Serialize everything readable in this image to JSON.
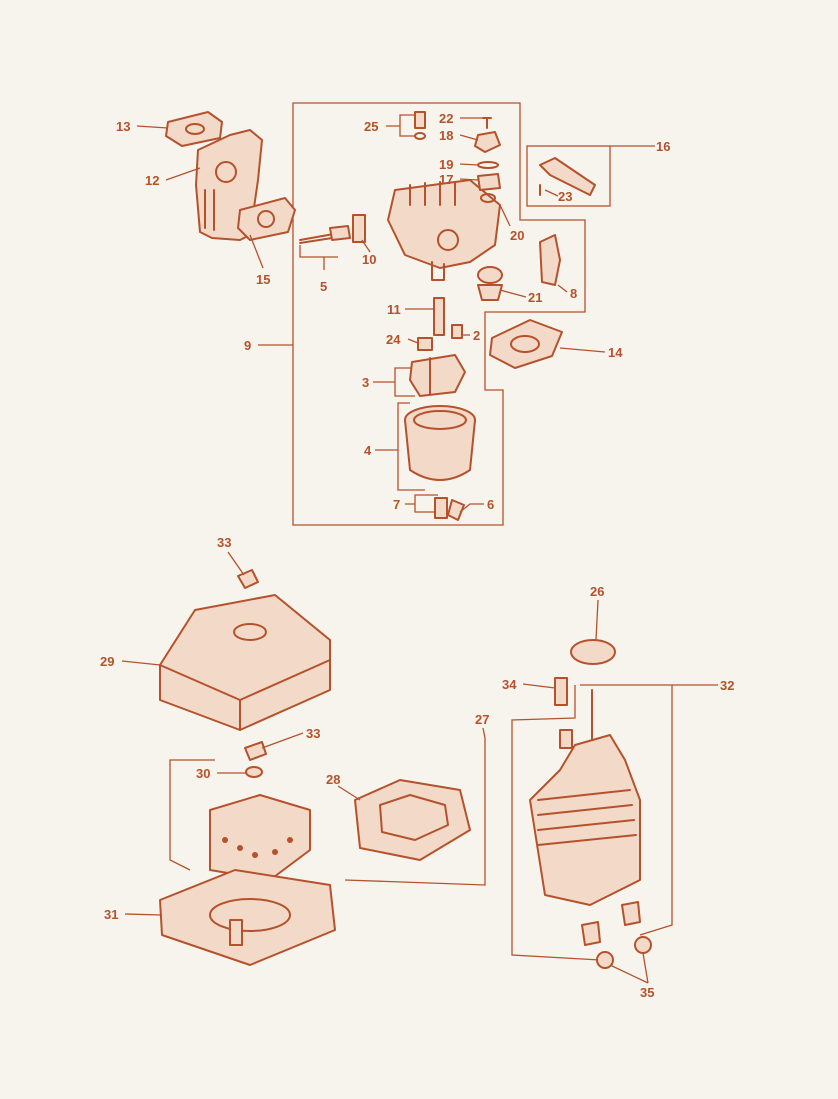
{
  "colors": {
    "ink": "#b5522c",
    "paper": "#f7f4ee",
    "tint": "#f3d9c8"
  },
  "callouts": [
    {
      "id": "p1",
      "text": "2"
    },
    {
      "id": "p2",
      "text": "3"
    },
    {
      "id": "p3",
      "text": "4"
    },
    {
      "id": "p4",
      "text": "5"
    },
    {
      "id": "p5",
      "text": "6"
    },
    {
      "id": "p6",
      "text": "7"
    },
    {
      "id": "p7",
      "text": "8"
    },
    {
      "id": "p8",
      "text": "9"
    },
    {
      "id": "p9",
      "text": "10"
    },
    {
      "id": "p10",
      "text": "11"
    },
    {
      "id": "p11",
      "text": "12"
    },
    {
      "id": "p12",
      "text": "13"
    },
    {
      "id": "p13",
      "text": "14"
    },
    {
      "id": "p14",
      "text": "15"
    },
    {
      "id": "p15",
      "text": "16"
    },
    {
      "id": "p16",
      "text": "17"
    },
    {
      "id": "p17",
      "text": "18"
    },
    {
      "id": "p18",
      "text": "19"
    },
    {
      "id": "p19",
      "text": "20"
    },
    {
      "id": "p20",
      "text": "21"
    },
    {
      "id": "p21",
      "text": "22"
    },
    {
      "id": "p22",
      "text": "23"
    },
    {
      "id": "p23",
      "text": "24"
    },
    {
      "id": "p24",
      "text": "25"
    },
    {
      "id": "p25",
      "text": "26"
    },
    {
      "id": "p26",
      "text": "27"
    },
    {
      "id": "p27",
      "text": "28"
    },
    {
      "id": "p28",
      "text": "29"
    },
    {
      "id": "p29",
      "text": "30"
    },
    {
      "id": "p30",
      "text": "31"
    },
    {
      "id": "p31",
      "text": "32"
    },
    {
      "id": "p32",
      "text": "33"
    },
    {
      "id": "p33",
      "text": "33"
    },
    {
      "id": "p34",
      "text": "34"
    },
    {
      "id": "p35",
      "text": "35"
    }
  ]
}
